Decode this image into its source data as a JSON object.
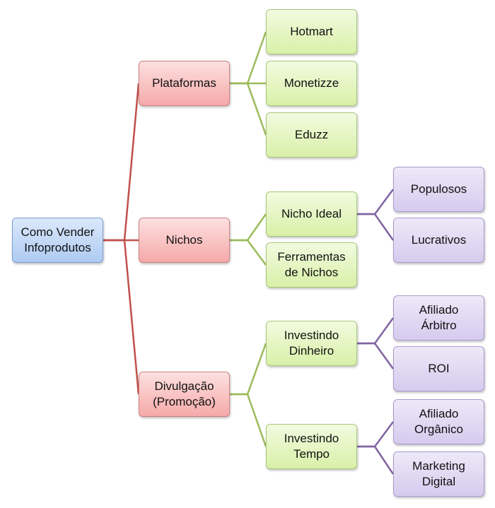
{
  "colors": {
    "root_line": "#c0504d",
    "green_line": "#9bbb59",
    "purple_line": "#8064a2"
  },
  "root": {
    "label": "Como Vender\nInfoprodutos"
  },
  "branches": [
    {
      "label": "Plataformas",
      "children": [
        {
          "label": "Hotmart"
        },
        {
          "label": "Monetizze"
        },
        {
          "label": "Eduzz"
        }
      ]
    },
    {
      "label": "Nichos",
      "children": [
        {
          "label": "Nicho Ideal",
          "children": [
            {
              "label": "Populosos"
            },
            {
              "label": "Lucrativos"
            }
          ]
        },
        {
          "label": "Ferramentas\nde Nichos"
        }
      ]
    },
    {
      "label": "Divulgação\n(Promoção)",
      "children": [
        {
          "label": "Investindo\nDinheiro",
          "children": [
            {
              "label": "Afiliado\nÁrbitro"
            },
            {
              "label": "ROI"
            }
          ]
        },
        {
          "label": "Investindo\nTempo",
          "children": [
            {
              "label": "Afiliado\nOrgânico"
            },
            {
              "label": "Marketing\nDigital"
            }
          ]
        }
      ]
    }
  ]
}
